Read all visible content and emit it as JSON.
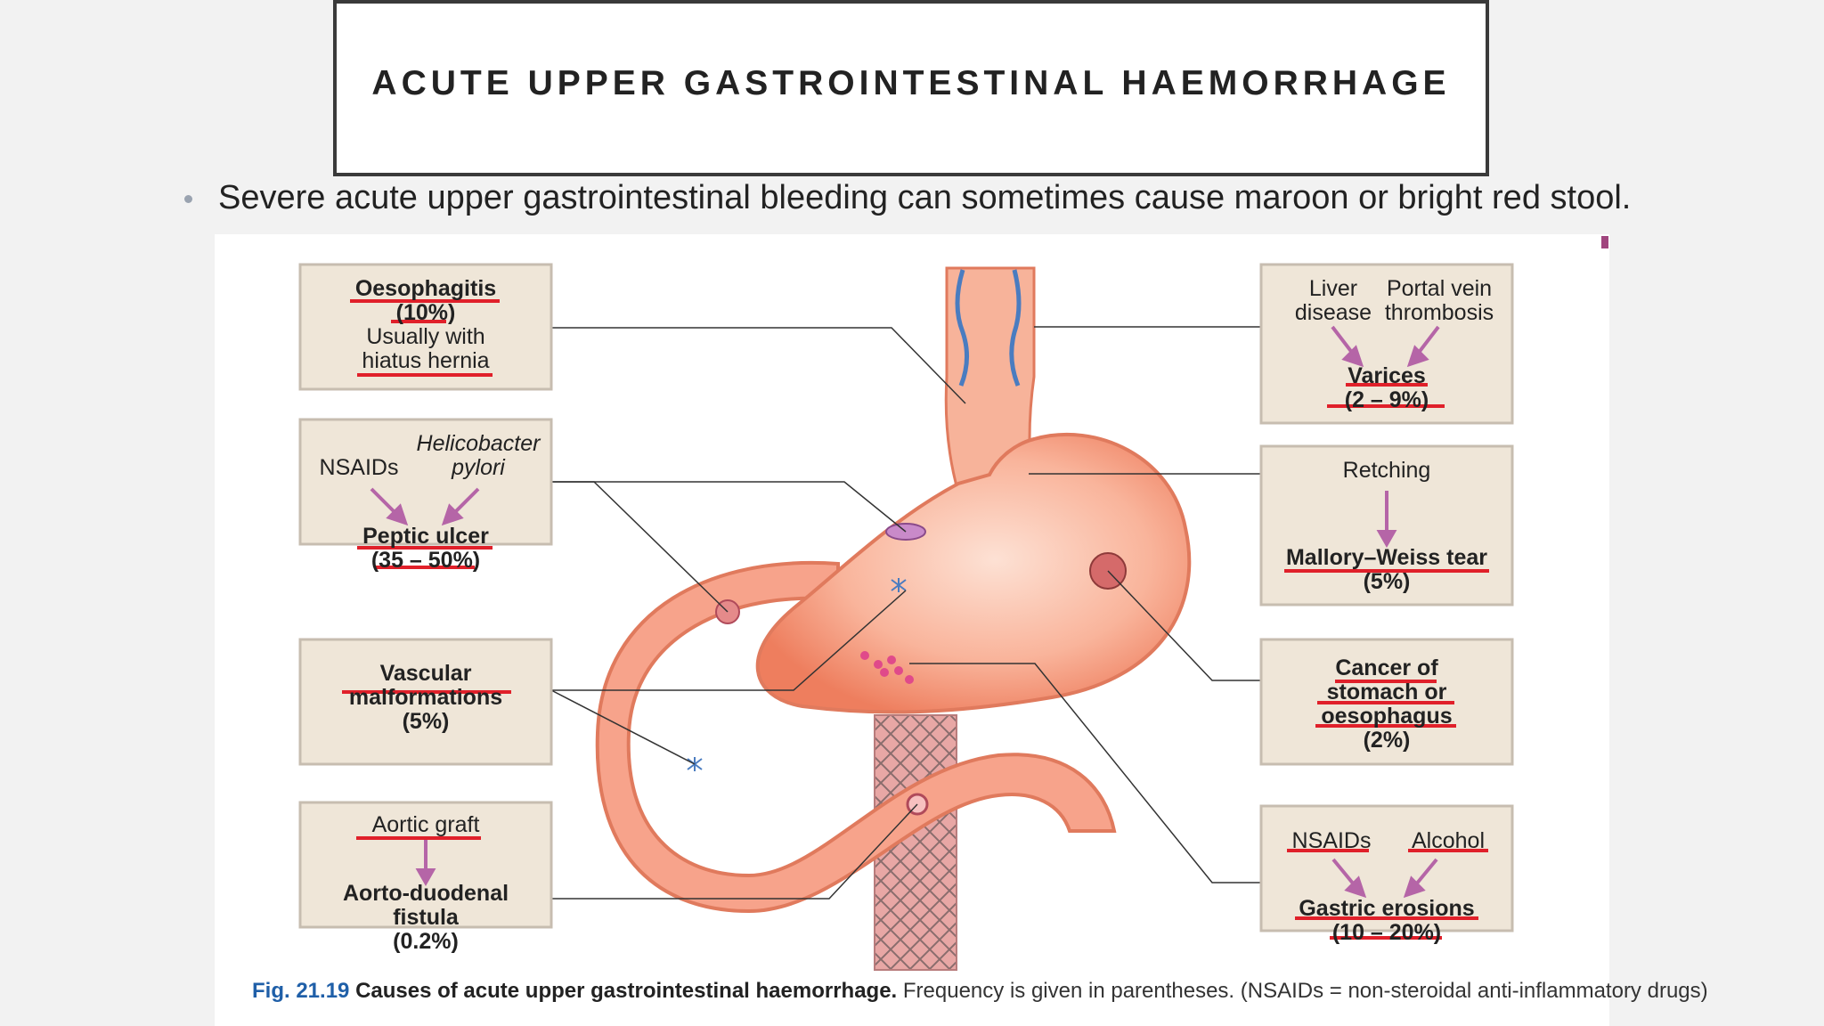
{
  "slide": {
    "title": "ACUTE UPPER GASTROINTESTINAL HAEMORRHAGE",
    "bullet": "Severe acute upper gastrointestinal bleeding can sometimes cause maroon or bright red stool."
  },
  "figure": {
    "boxes": {
      "oesophagitis": {
        "name": "Oesophagitis",
        "freq": "(10%)",
        "note1": "Usually with",
        "note2": "hiatus hernia"
      },
      "peptic": {
        "cause_a": "NSAIDs",
        "cause_b1": "Helicobacter",
        "cause_b2": "pylori",
        "name": "Peptic ulcer",
        "freq": "(35 – 50%)"
      },
      "vascular": {
        "name1": "Vascular",
        "name2": "malformations",
        "freq": "(5%)"
      },
      "aortic": {
        "cause": "Aortic graft",
        "name1": "Aorto-duodenal",
        "name2": "fistula",
        "freq": "(0.2%)"
      },
      "varices": {
        "cause_a1": "Liver",
        "cause_a2": "disease",
        "cause_b1": "Portal vein",
        "cause_b2": "thrombosis",
        "name": "Varices",
        "freq": "(2 – 9%)"
      },
      "mallory": {
        "cause": "Retching",
        "name": "Mallory–Weiss tear",
        "freq": "(5%)"
      },
      "cancer": {
        "name1": "Cancer of",
        "name2": "stomach or",
        "name3": "oesophagus",
        "freq": "(2%)"
      },
      "erosions": {
        "cause_a": "NSAIDs",
        "cause_b": "Alcohol",
        "name": "Gastric erosions",
        "freq": "(10 – 20%)"
      }
    },
    "caption": {
      "fig": "Fig. 21.19",
      "bold": "Causes of acute upper gastrointestinal haemorrhage.",
      "rest": "Frequency is given in parentheses. (NSAIDs = non-steroidal anti-inflammatory drugs)"
    },
    "colors": {
      "box_fill": "#efe6d8",
      "arrow": "#b565a7",
      "underline": "#e0202a",
      "tissue": "#f6a58a",
      "caption_fig": "#1f5fa8"
    }
  }
}
